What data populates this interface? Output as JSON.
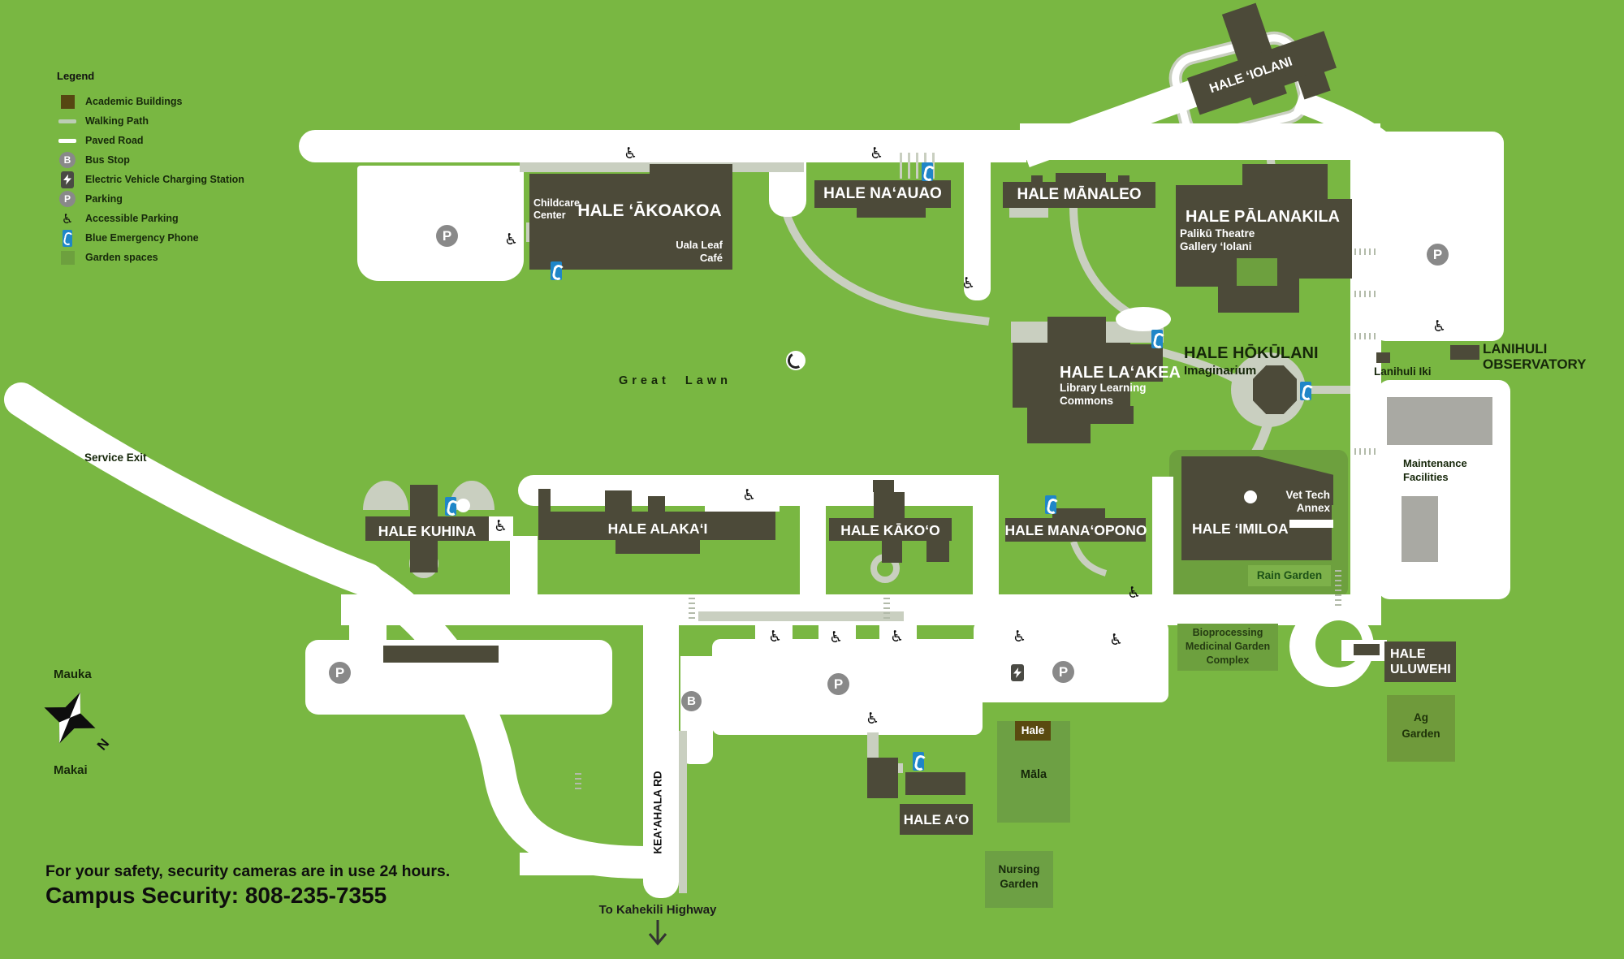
{
  "colors": {
    "background_green": "#79b742",
    "building_dark": "#4c4a39",
    "academic_brown": "#564712",
    "road_white": "#ffffff",
    "walking_path": "#c9cfc0",
    "garden_green": "#6da03e",
    "phone_blue": "#1f86c8",
    "parking_gray": "#898989",
    "maintenance_gray": "#a9a9a3"
  },
  "legend": {
    "title": "Legend",
    "items": [
      "Academic Buildings",
      "Walking Path",
      "Paved Road",
      "Bus Stop",
      "Electric Vehicle Charging Station",
      "Parking",
      "Accessible Parking",
      "Blue Emergency Phone",
      "Garden spaces"
    ]
  },
  "icons": {
    "parking": "P",
    "bus": "B",
    "accessible": "♿",
    "north": "N"
  },
  "buildings": {
    "akoakoa": {
      "label": "HALE ʻĀKOAKOA",
      "childcare1": "Childcare",
      "childcare2": "Center",
      "cafe1": "Uala Leaf",
      "cafe2": "Café"
    },
    "naauao": {
      "label": "HALE NAʻAUAO"
    },
    "manaleo": {
      "label": "HALE MĀNALEO"
    },
    "palanakila": {
      "label": "HALE PĀLANAKILA",
      "sub1": "Palikū Theatre",
      "sub2": "Gallery ʻIolani"
    },
    "iolani": {
      "label": "HALE ʻIOLANI"
    },
    "hokulani": {
      "label": "HALE HŌKŪLANI",
      "sub": "Imaginarium"
    },
    "laakea": {
      "label": "HALE LAʻAKEA",
      "sub1": "Library Learning",
      "sub2": "Commons"
    },
    "kuhina": {
      "label": "HALE KUHINA"
    },
    "alakai": {
      "label": "HALE ALAKAʻI"
    },
    "kakoo": {
      "label": "HALE KĀKOʻO"
    },
    "manaopono": {
      "label": "HALE MANAʻOPONO"
    },
    "imiloa": {
      "label": "HALE ʻIMILOA",
      "annex1": "Vet Tech",
      "annex2": "Annex"
    },
    "uluwehi": {
      "line1": "HALE",
      "line2": "ULUWEHI"
    },
    "ao": {
      "label": "HALE AʻO"
    },
    "observatory": {
      "line1": "LANIHULI",
      "line2": "OBSERVATORY"
    },
    "lanihuli_iki": {
      "label": "Lanihuli Iki"
    },
    "maintenance": {
      "line1": "Maintenance",
      "line2": "Facilities"
    }
  },
  "gardens": {
    "rain": "Rain Garden",
    "bio1": "Bioprocessing",
    "bio2": "Medicinal Garden",
    "bio3": "Complex",
    "hale": "Hale",
    "mala": "Māla",
    "nursing1": "Nursing",
    "nursing2": "Garden",
    "ag1": "Ag",
    "ag2": "Garden"
  },
  "places": {
    "great_lawn": "Great Lawn",
    "service_exit": "Service Exit",
    "mauka": "Mauka",
    "makai": "Makai",
    "keaahala_rd": "KEAʻAHALA RD",
    "kahekili": "To Kahekili Highway"
  },
  "footer": {
    "line1": "For your safety, security cameras are in use 24 hours.",
    "line2": "Campus Security: 808-235-7355"
  }
}
